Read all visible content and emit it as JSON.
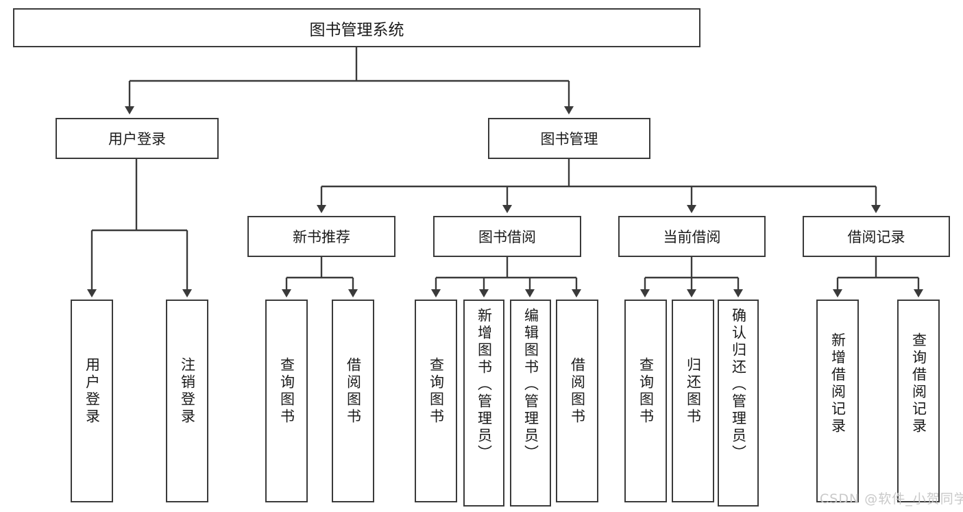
{
  "diagram": {
    "title": "图书管理系统",
    "type": "tree-hierarchy",
    "root": {
      "label": "图书管理系统"
    },
    "level1": [
      {
        "label": "用户登录"
      },
      {
        "label": "图书管理"
      }
    ],
    "level2": [
      {
        "label": "新书推荐"
      },
      {
        "label": "图书借阅"
      },
      {
        "label": "当前借阅"
      },
      {
        "label": "借阅记录"
      }
    ],
    "leaves": {
      "user_login": [
        {
          "label": "用户登录"
        },
        {
          "label": "注销登录"
        }
      ],
      "new_book_recommend": [
        {
          "label": "查询图书"
        },
        {
          "label": "借阅图书"
        }
      ],
      "book_borrow": [
        {
          "label": "查询图书"
        },
        {
          "label": "新增图书（管理员）"
        },
        {
          "label": "编辑图书（管理员）"
        },
        {
          "label": "借阅图书"
        }
      ],
      "current_borrow": [
        {
          "label": "查询图书"
        },
        {
          "label": "归还图书"
        },
        {
          "label": "确认归还（管理员）"
        }
      ],
      "borrow_record": [
        {
          "label": "新增借阅记录"
        },
        {
          "label": "查询借阅记录"
        }
      ]
    }
  },
  "watermark": {
    "text": "CSDN @软件_小贺同学"
  },
  "colors": {
    "stroke": "#3a3a3a",
    "text": "#1a1a1a",
    "background": "#ffffff",
    "watermark": "#c9c9c9"
  }
}
